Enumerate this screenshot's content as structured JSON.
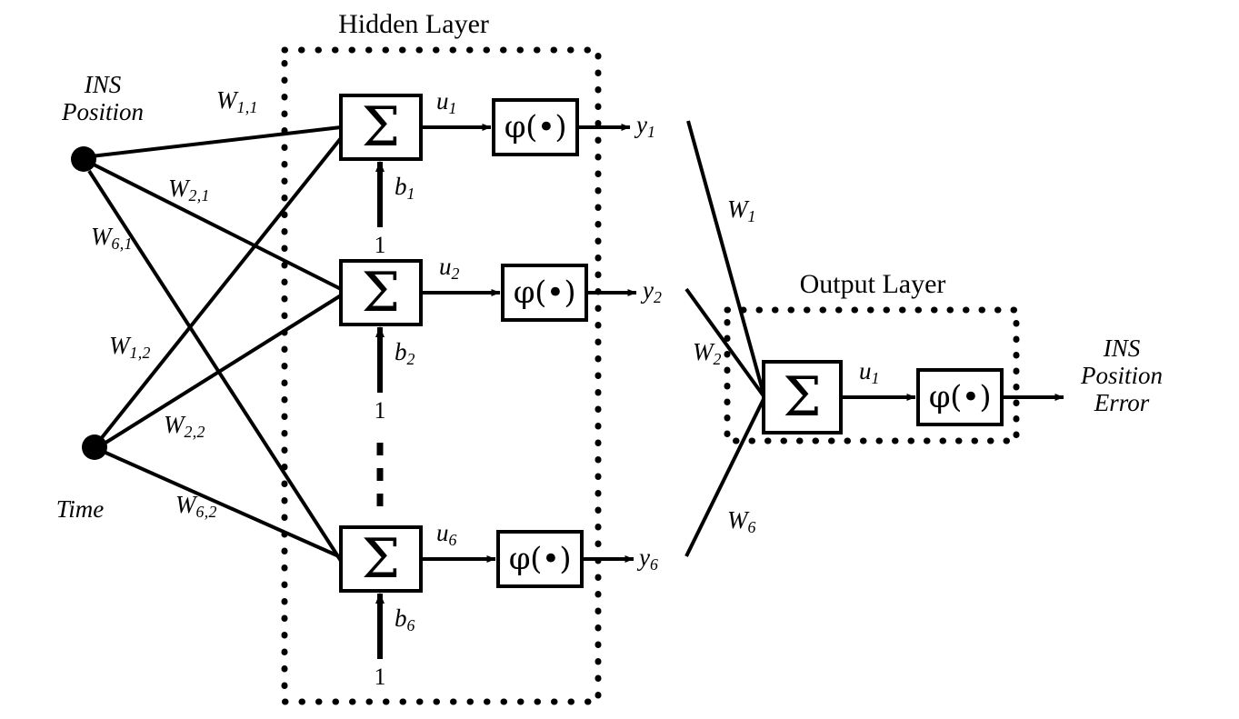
{
  "diagram": {
    "title_hidden_layer": "Hidden Layer",
    "title_output_layer": "Output Layer",
    "sigma_glyph": "Σ",
    "phi_glyph": "φ(•)",
    "bias_source_value": "1"
  },
  "inputs": [
    {
      "id": "input-ins-position",
      "line1": "INS",
      "line2": "Position"
    },
    {
      "id": "input-time",
      "line1": "Time",
      "line2": ""
    }
  ],
  "output": {
    "line1": "INS",
    "line2": "Position",
    "line3": "Error"
  },
  "input_weights": [
    {
      "base": "W",
      "sub": "1,1"
    },
    {
      "base": "W",
      "sub": "2,1"
    },
    {
      "base": "W",
      "sub": "6,1"
    },
    {
      "base": "W",
      "sub": "1,2"
    },
    {
      "base": "W",
      "sub": "2,2"
    },
    {
      "base": "W",
      "sub": "6,2"
    }
  ],
  "hidden_neurons": [
    {
      "index": "1",
      "sum_symbol": "Σ",
      "activation_symbol": "φ(•)",
      "net_base": "u",
      "net_sub": "1",
      "bias_base": "b",
      "bias_sub": "1",
      "bias_one": "1",
      "out_base": "y",
      "out_sub": "1"
    },
    {
      "index": "2",
      "sum_symbol": "Σ",
      "activation_symbol": "φ(•)",
      "net_base": "u",
      "net_sub": "2",
      "bias_base": "b",
      "bias_sub": "2",
      "bias_one": "1",
      "out_base": "y",
      "out_sub": "2"
    },
    {
      "index": "6",
      "sum_symbol": "Σ",
      "activation_symbol": "φ(•)",
      "net_base": "u",
      "net_sub": "6",
      "bias_base": "b",
      "bias_sub": "6",
      "bias_one": "1",
      "out_base": "y",
      "out_sub": "6"
    }
  ],
  "output_weights": [
    {
      "base": "W",
      "sub": "1"
    },
    {
      "base": "W",
      "sub": "2"
    },
    {
      "base": "W",
      "sub": "6"
    }
  ],
  "output_neuron": {
    "sum_symbol": "Σ",
    "activation_symbol": "φ(•)",
    "net_base": "u",
    "net_sub": "1"
  },
  "colors": {
    "stroke": "#000000",
    "background": "#ffffff"
  }
}
